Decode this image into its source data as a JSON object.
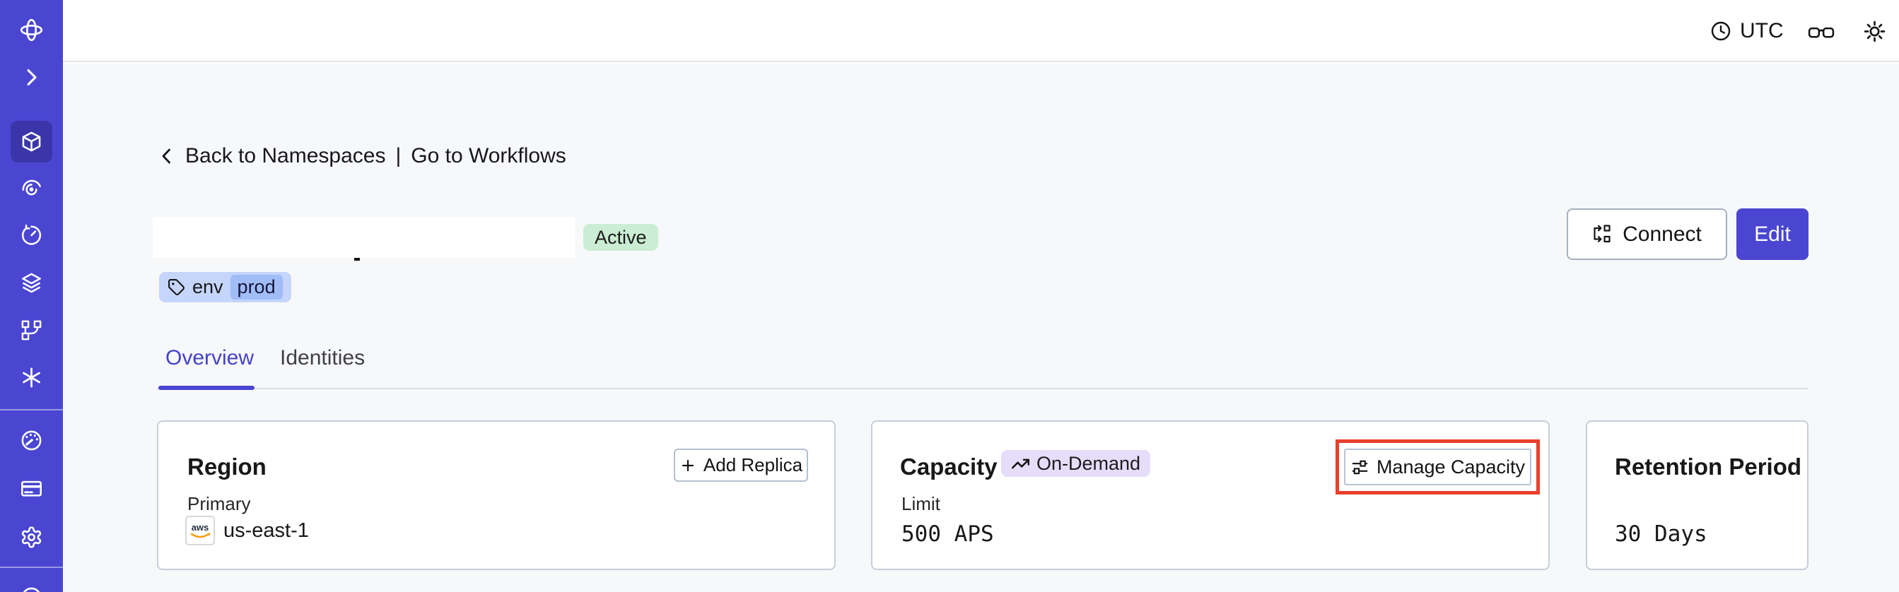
{
  "topbar": {
    "timezone_label": "UTC",
    "icons": [
      "clock-icon",
      "glasses-icon",
      "sun-icon",
      "user-avatar"
    ]
  },
  "sidebar": {
    "accent_color": "#4A46D2",
    "active_item_color": "#3A35A9",
    "icons": [
      "temporal-logo-icon",
      "chevron-right-icon",
      "cube-icon-active",
      "spiral-icon",
      "clock-retry-icon",
      "layers-icon",
      "branch-icon",
      "asterisk-icon",
      "gauge-icon",
      "credit-card-icon",
      "gear-icon",
      "partial-circle-icon"
    ]
  },
  "breadcrumb": {
    "back": "Back to Namespaces",
    "separator": "|",
    "workflows": "Go to Workflows"
  },
  "namespace_header": {
    "status": "Active",
    "tag_key": "env",
    "tag_value": "prod"
  },
  "actions": {
    "connect": "Connect",
    "edit": "Edit"
  },
  "tabs": {
    "overview": "Overview",
    "identities": "Identities"
  },
  "cards": {
    "region": {
      "title": "Region",
      "add_replica": "Add Replica",
      "primary_label": "Primary",
      "provider": "aws",
      "region_value": "us-east-1"
    },
    "capacity": {
      "title": "Capacity",
      "badge": "On-Demand",
      "manage_label": "Manage Capacity",
      "limit_label": "Limit",
      "value": "500 APS"
    },
    "retention": {
      "title": "Retention Period",
      "value": "30 Days"
    }
  },
  "colors": {
    "accent": "#4A46D2",
    "active_badge_bg": "#CBEDD3",
    "tag_bg": "#C5D5FB",
    "tag_chip_bg": "#A1BDF8",
    "ondemand_badge_bg": "#E5DDFA",
    "highlight_red": "#E8402A",
    "content_bg": "#F7F8FA"
  }
}
